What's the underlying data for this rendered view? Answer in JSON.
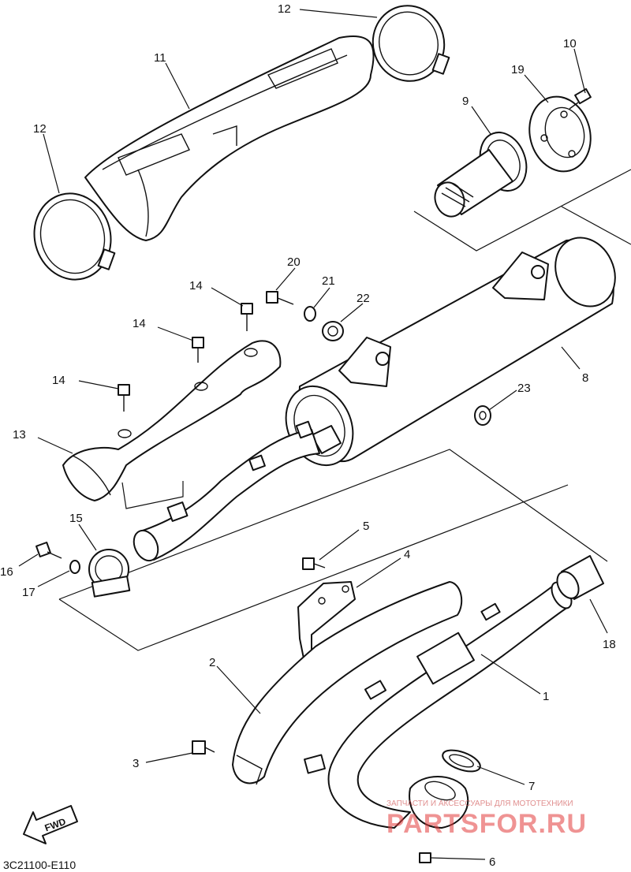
{
  "diagram": {
    "code": "3C21100-E110",
    "fwd_label": "FWD",
    "callouts": [
      "12",
      "11",
      "12",
      "10",
      "19",
      "9",
      "20",
      "21",
      "22",
      "14",
      "14",
      "14",
      "13",
      "8",
      "23",
      "15",
      "16",
      "17",
      "5",
      "4",
      "18",
      "2",
      "1",
      "3",
      "7",
      "6"
    ],
    "watermark": {
      "brand": "PARTSFOR.RU",
      "tagline": "ЗАПЧАСТИ И АКСЕССУАРЫ ДЛЯ МОТОТЕХНИКИ"
    }
  }
}
